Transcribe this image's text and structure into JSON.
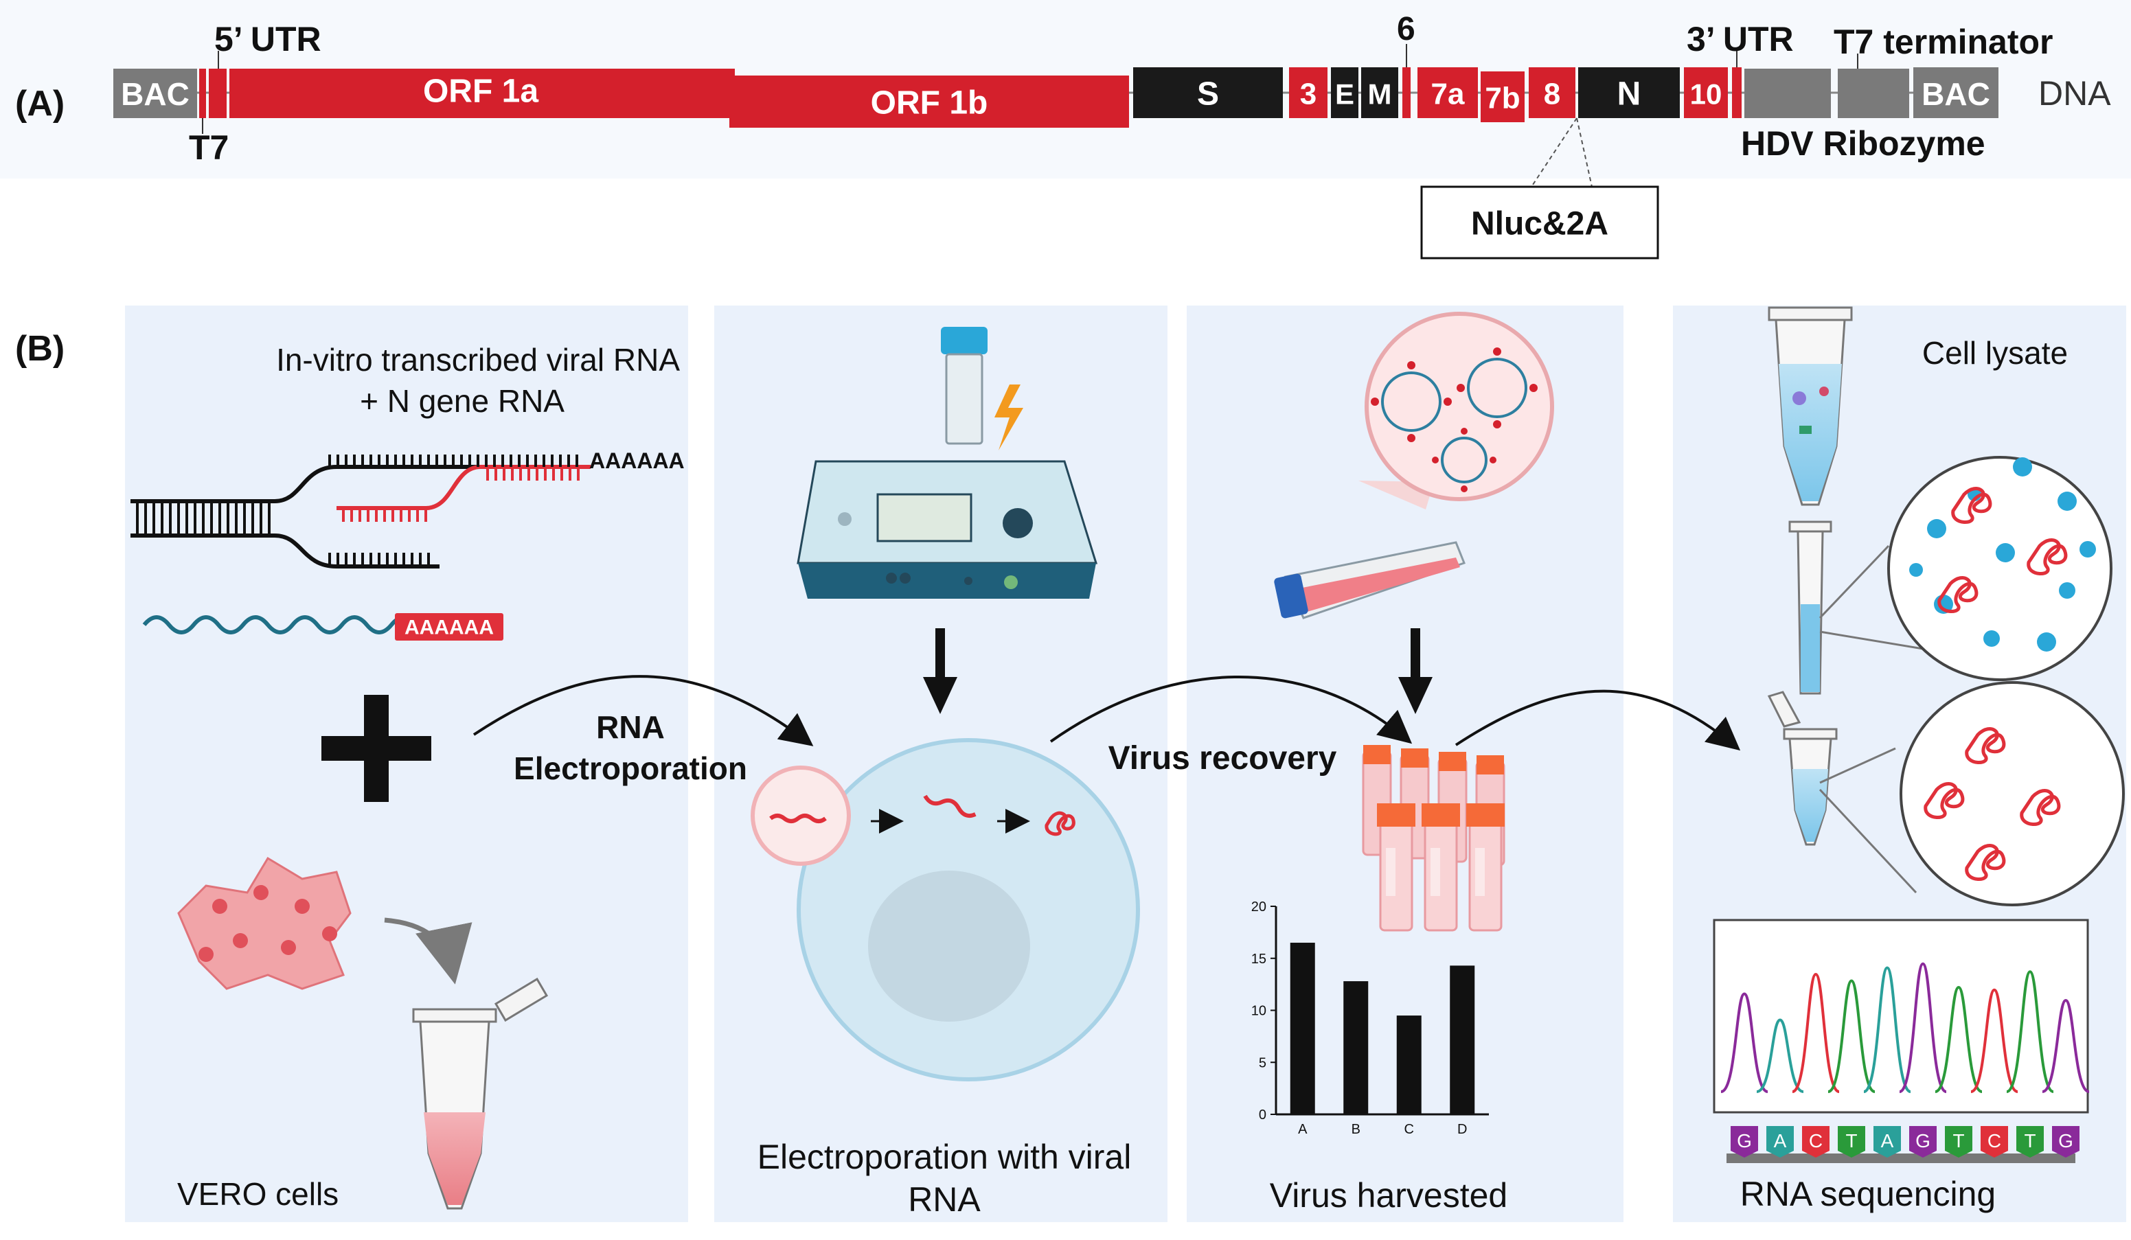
{
  "panel_a": {
    "label": "(A)",
    "dna_label": "DNA",
    "segments": {
      "bac_left": "BAC",
      "orf1a": "ORF 1a",
      "orf1b": "ORF 1b",
      "s": "S",
      "orf3": "3",
      "e": "E",
      "m": "M",
      "orf7a": "7a",
      "orf7b": "7b",
      "orf8": "8",
      "n": "N",
      "orf10": "10",
      "bac_right": "BAC"
    },
    "annotations": {
      "utr5": "5’ UTR",
      "t7": "T7",
      "orf6": "6",
      "utr3": "3’ UTR",
      "t7_terminator": "T7 terminator",
      "hdv_ribozyme": "HDV Ribozyme"
    },
    "insert_label": "Nluc&2A",
    "colors": {
      "red": "#d4202c",
      "black": "#1a1a1a",
      "grey": "#7a7a7a"
    }
  },
  "panel_b": {
    "label": "(B)",
    "step1": {
      "caption_line1": "In-vitro transcribed viral RNA",
      "caption_line2": "+ N gene RNA",
      "polya_top": "AAAAAA",
      "polya_box": "AAAAAA",
      "cells_caption": "VERO cells"
    },
    "arrow1_line1": "RNA",
    "arrow1_line2": "Electroporation",
    "step2": {
      "caption_line1": "Electroporation with viral",
      "caption_line2": "RNA"
    },
    "arrow2_label": "Virus recovery",
    "step3": {
      "caption": "Virus harvested"
    },
    "step4": {
      "caption_top": "Cell lysate",
      "caption_bottom": "RNA sequencing",
      "bases": [
        "G",
        "A",
        "C",
        "T",
        "A",
        "G",
        "T",
        "C",
        "T",
        "G"
      ]
    },
    "colors": {
      "panel_bg": "#eaf1fb",
      "rna_red": "#e0303a",
      "bead_blue": "#2aa7d8"
    }
  },
  "chart_data": {
    "type": "bar",
    "categories": [
      "A",
      "B",
      "C",
      "D"
    ],
    "values": [
      16.5,
      12.8,
      9.5,
      14.3
    ],
    "ylim": [
      0,
      20
    ],
    "yticks": [
      0,
      5,
      10,
      15,
      20
    ],
    "xlabel": "",
    "ylabel": ""
  }
}
